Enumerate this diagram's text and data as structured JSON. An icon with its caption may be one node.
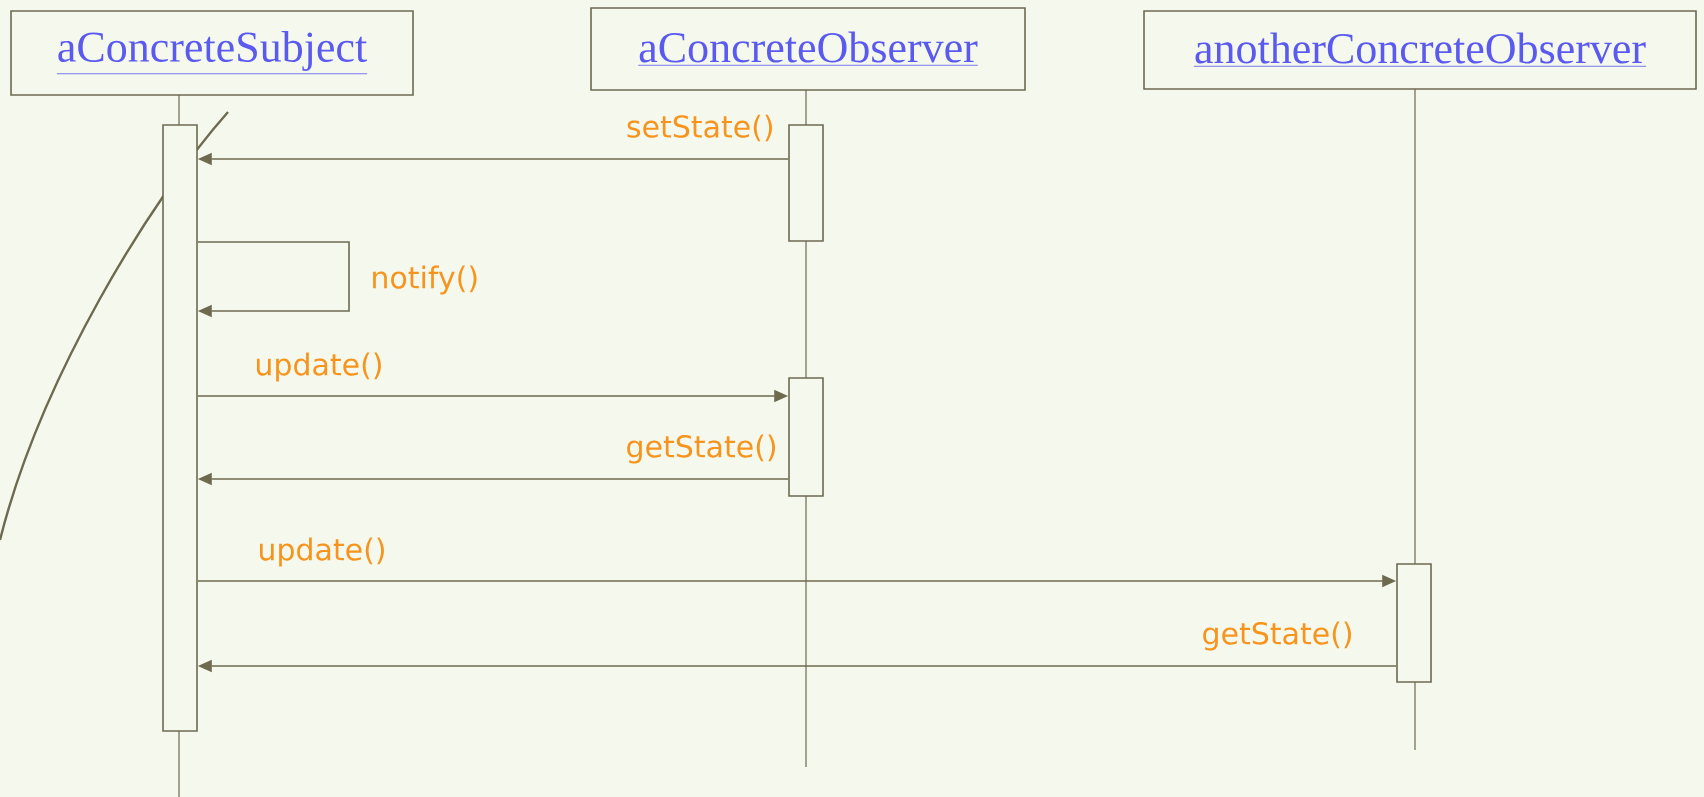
{
  "diagram": {
    "nodes": [
      {
        "text": [
          "aConcreteSubject"
        ]
      },
      {
        "text": [
          "aConcreteObserver"
        ]
      },
      {
        "text": [
          "anotherConcreteObserver"
        ]
      },
      {
        "text": [],
        "shape": "bar"
      },
      {
        "text": [],
        "shape": "bar"
      },
      {
        "text": [],
        "shape": "bar"
      },
      {
        "text": [],
        "shape": "bar"
      }
    ],
    "edges": [
      {
        "from": 4,
        "to": 3,
        "arrow": "to",
        "label": "setState()"
      },
      {
        "from": 3,
        "to": 3,
        "arrow": "to",
        "label": "notify()"
      },
      {
        "from": 3,
        "to": 5,
        "arrow": "to",
        "label": "update()"
      },
      {
        "from": 5,
        "to": 3,
        "arrow": "to",
        "label": "getState()"
      },
      {
        "from": 3,
        "to": 6,
        "arrow": "to",
        "label": "update()"
      },
      {
        "from": 6,
        "to": 3,
        "arrow": "to",
        "label": "getState()"
      }
    ]
  }
}
